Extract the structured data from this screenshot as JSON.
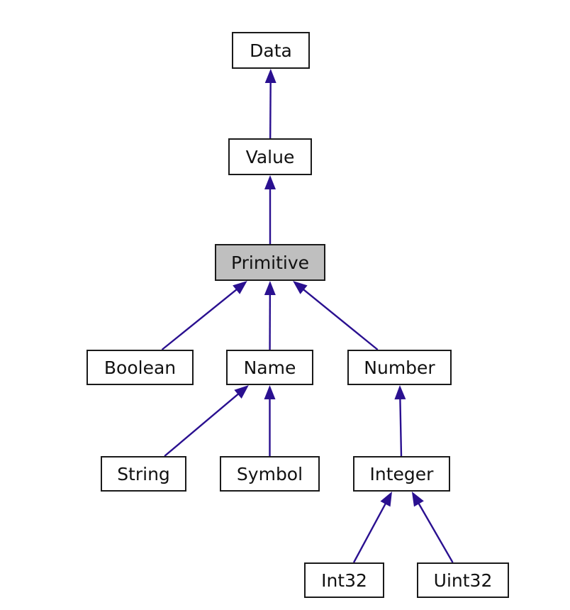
{
  "diagram": {
    "type": "class-inheritance-graph",
    "highlighted_node": "Primitive",
    "nodes": [
      {
        "id": "data",
        "label": "Data",
        "highlighted": false
      },
      {
        "id": "value",
        "label": "Value",
        "highlighted": false
      },
      {
        "id": "primitive",
        "label": "Primitive",
        "highlighted": true
      },
      {
        "id": "boolean",
        "label": "Boolean",
        "highlighted": false
      },
      {
        "id": "name",
        "label": "Name",
        "highlighted": false
      },
      {
        "id": "number",
        "label": "Number",
        "highlighted": false
      },
      {
        "id": "string",
        "label": "String",
        "highlighted": false
      },
      {
        "id": "symbol",
        "label": "Symbol",
        "highlighted": false
      },
      {
        "id": "integer",
        "label": "Integer",
        "highlighted": false
      },
      {
        "id": "int32",
        "label": "Int32",
        "highlighted": false
      },
      {
        "id": "uint32",
        "label": "Uint32",
        "highlighted": false
      }
    ],
    "edges": [
      {
        "from": "value",
        "to": "data"
      },
      {
        "from": "primitive",
        "to": "value"
      },
      {
        "from": "boolean",
        "to": "primitive"
      },
      {
        "from": "name",
        "to": "primitive"
      },
      {
        "from": "number",
        "to": "primitive"
      },
      {
        "from": "string",
        "to": "name"
      },
      {
        "from": "symbol",
        "to": "name"
      },
      {
        "from": "integer",
        "to": "number"
      },
      {
        "from": "int32",
        "to": "integer"
      },
      {
        "from": "uint32",
        "to": "integer"
      }
    ],
    "colors": {
      "edge": "#2a1090",
      "node_border": "#1a1a1a",
      "node_fill": "#ffffff",
      "highlighted_fill": "#bfbfbf",
      "text": "#111111",
      "background": "#ffffff"
    }
  }
}
